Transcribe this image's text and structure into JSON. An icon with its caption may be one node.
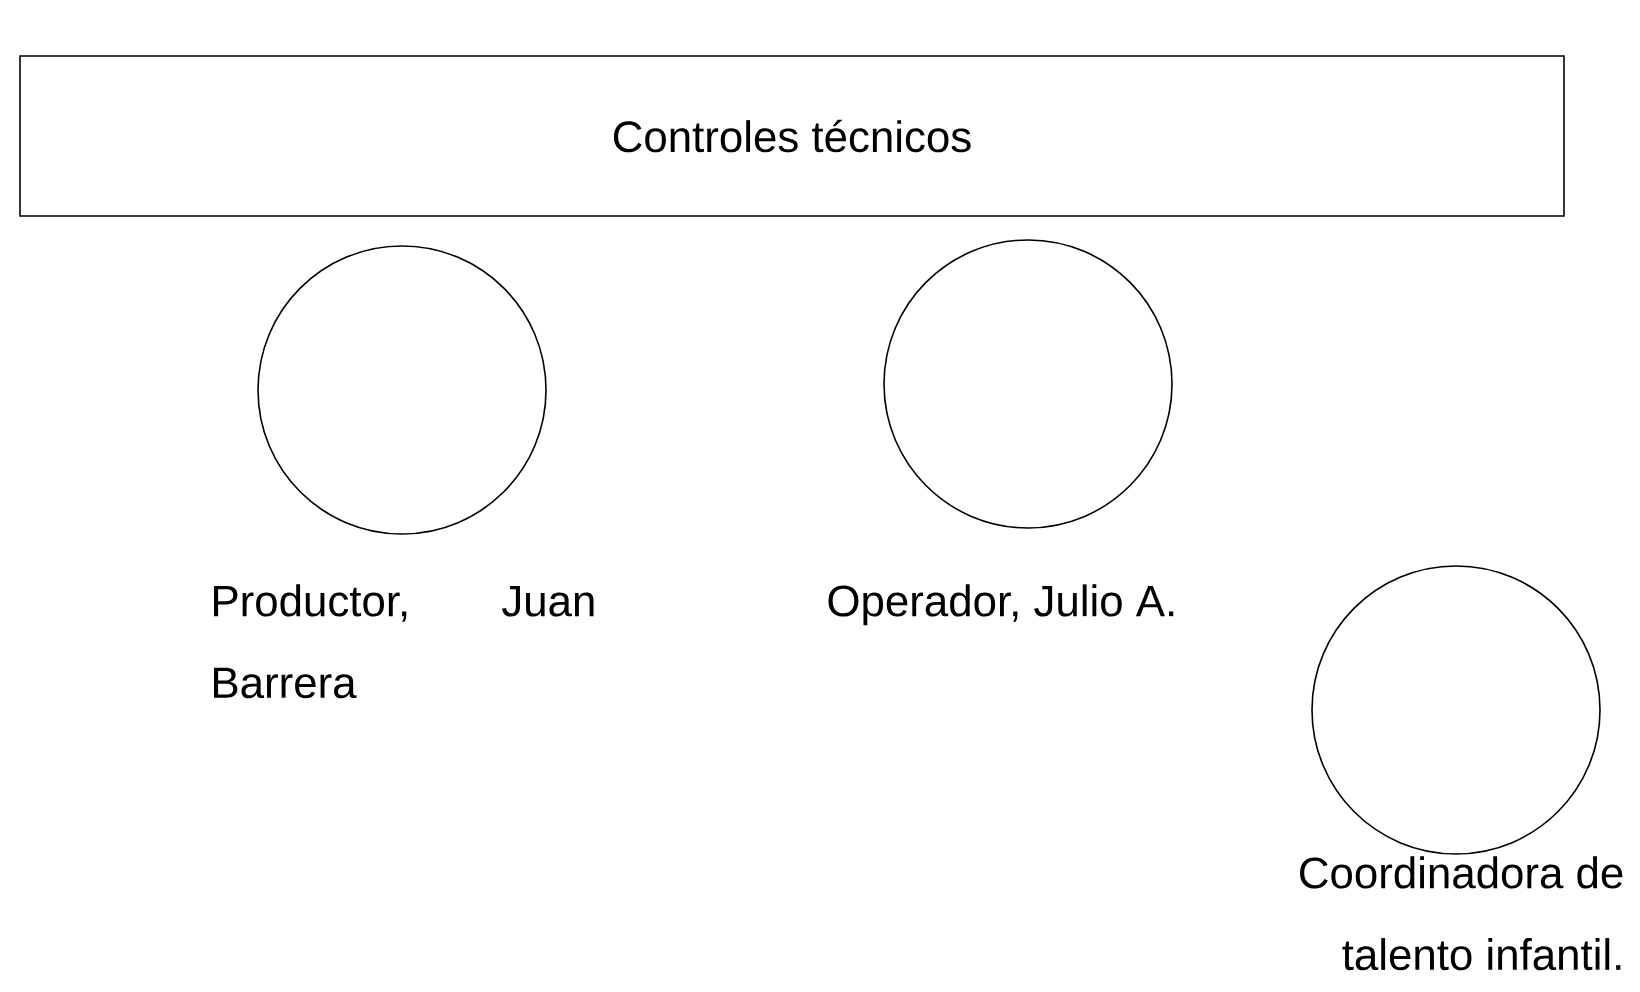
{
  "diagram": {
    "nodes": [
      {
        "text": [
          "Controles técnicos"
        ]
      },
      {
        "text": [],
        "shape": "circle",
        "beside": [
          "Productor, Juan Barrera"
        ]
      },
      {
        "text": [],
        "shape": "circle",
        "beside": [
          "Operador, Julio A."
        ]
      },
      {
        "text": [],
        "shape": "circle",
        "beside": [
          "Coordinadora de talento infantil."
        ]
      }
    ]
  }
}
